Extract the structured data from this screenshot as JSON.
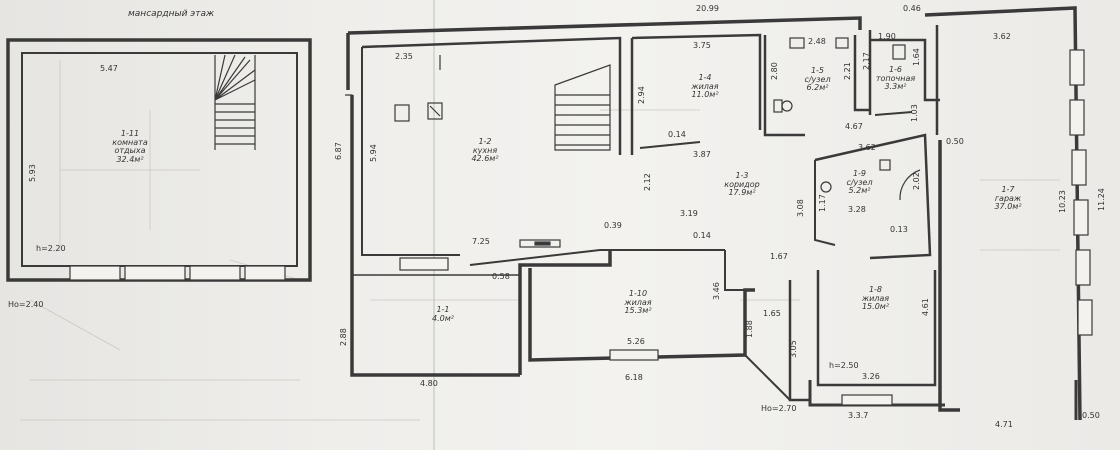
{
  "title": "мансардный этаж",
  "rooms": [
    {
      "id": "1-11",
      "name": "комната отдыха",
      "area": "32.4м²"
    },
    {
      "id": "1-2",
      "name": "кухня",
      "area": "42.6м²"
    },
    {
      "id": "1-4",
      "name": "жилая",
      "area": "11.0м²"
    },
    {
      "id": "1-5",
      "name": "с/узел",
      "area": "6.2м²"
    },
    {
      "id": "1-6",
      "name": "топочная",
      "area": "3.3м²"
    },
    {
      "id": "1-7",
      "name": "гараж",
      "area": "37.0м²"
    },
    {
      "id": "1-3",
      "name": "коридор",
      "area": "17.9м²"
    },
    {
      "id": "1-9",
      "name": "с/узел",
      "area": "5.2м²"
    },
    {
      "id": "1-10",
      "name": "жилая",
      "area": "15.3м²"
    },
    {
      "id": "1-1",
      "name": "",
      "area": "4.0м²"
    },
    {
      "id": "1-8",
      "name": "жилая",
      "area": "15.0м²"
    }
  ],
  "dimensions": {
    "d20_99": "20.99",
    "d0_46": "0.46",
    "d5_47": "5.47",
    "d5_93": "5.93",
    "h2_20": "h=2.20",
    "ho2_40": "Ho=2.40",
    "d2_35": "2.35",
    "d6_87": "6.87",
    "d5_94": "5.94",
    "d7_25": "7.25",
    "d0_58": "0.58",
    "d3_75": "3.75",
    "d2_94": "2.94",
    "d0_14a": "0.14",
    "d3_87": "3.87",
    "d2_12": "2.12",
    "d0_39": "0.39",
    "d3_19": "3.19",
    "d0_14b": "0.14",
    "d2_48": "2.48",
    "d2_80": "2.80",
    "d2_21": "2.21",
    "d2_17": "2.17",
    "d1_90": "1.90",
    "d1_64": "1.64",
    "d4_67": "4.67",
    "d1_03": "1.03",
    "d3_62a": "3.62",
    "d0_50a": "0.50",
    "d3_62b": "3.62",
    "d1_17": "1.17",
    "d3_08": "3.08",
    "d2_02": "2.02",
    "d3_28": "3.28",
    "d0_13": "0.13",
    "d10_23": "10.23",
    "d11_24": "11.24",
    "d1_67": "1.67",
    "d1_65": "1.65",
    "d1_88": "1.88",
    "d3_46": "3.46",
    "d3_05": "3.05",
    "d4_61": "4.61",
    "h2_50": "h=2.50",
    "d3_26": "3.26",
    "d3_37": "3.3.7",
    "d4_71": "4.71",
    "d0_50b": "0.50",
    "ho2_70": "Ho=2.70",
    "d2_88": "2.88",
    "d4_80": "4.80",
    "d5_26": "5.26",
    "d6_18": "6.18"
  },
  "colors": {
    "wall": "#3a3a3a",
    "faint": "#bdbcb8",
    "text": "#333333"
  }
}
